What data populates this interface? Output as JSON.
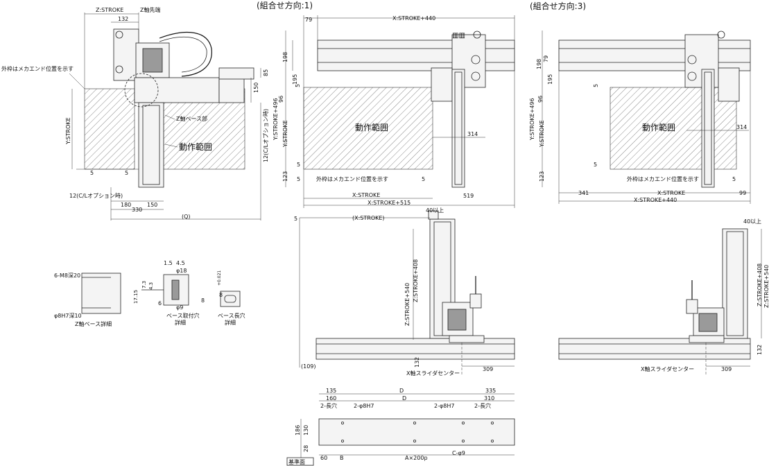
{
  "headings": {
    "view1": "(組合せ方向:1)",
    "view3": "(組合せ方向:3)"
  },
  "left_view": {
    "z_stroke": "Z:STROKE",
    "z_tip": "Z軸先端",
    "dim_132": "132",
    "frame_note": "外枠はメカエンド位置を示す",
    "y_stroke": "Y:STROKE",
    "dim_5a": "5",
    "dim_5b": "5",
    "dim_150": "150",
    "dim_85": "85",
    "co_option": "12(C/Lオプション時)",
    "z_base_part": "Z軸ベース部",
    "motion_range": "動作範囲",
    "dim_180": "180",
    "dim_150b": "150",
    "dim_330": "330",
    "dim_q": "(Q)",
    "co_option2": "12(C/Lオプション時)"
  },
  "view1": {
    "dim_79": "79",
    "x_stroke_440": "X:STROKE+440",
    "dim_198": "198",
    "dim_195": "195",
    "dim_96": "96",
    "dim_5": "5",
    "y_stroke_496": "Y:STROKE+496",
    "y_stroke": "Y:STROKE",
    "motion_range": "動作範囲",
    "dim_314": "314",
    "dim_123": "123",
    "dim_5b": "5",
    "dim_5c": "5",
    "frame_note": "外枠はメカエンド位置を示す",
    "dim_5d": "5",
    "x_stroke": "X:STROKE",
    "x_stroke_515": "X:STROKE+515",
    "dim_519": "519"
  },
  "view3": {
    "dim_79": "79",
    "dim_198": "198",
    "dim_195": "195",
    "dim_96": "96",
    "dim_5": "5",
    "y_stroke_496": "Y:STROKE+496",
    "y_stroke": "Y:STROKE",
    "motion_range": "動作範囲",
    "dim_314": "314",
    "dim_123": "123",
    "dim_5b": "5",
    "frame_note": "外枠はメカエンド位置を示す",
    "dim_5c": "5",
    "dim_341": "341",
    "x_stroke": "X:STROKE",
    "x_stroke_440": "X:STROKE+440",
    "dim_99": "99"
  },
  "front_view1": {
    "dim_5": "5",
    "x_stroke_paren": "(X:STROKE)",
    "dim_40": "40以上",
    "z_stroke_540": "Z:STROKE+540",
    "z_stroke_408": "Z:STROKE+408",
    "dim_132": "132",
    "dim_109": "(109)",
    "dim_309": "309",
    "x_slide_center": "X軸スライダセンター"
  },
  "front_view3": {
    "dim_40": "40以上",
    "z_stroke_408": "Z:STROKE+408",
    "z_stroke_540": "Z:STROKE+540",
    "dim_132": "132",
    "x_slide_center": "X軸スライダセンター",
    "dim_309": "309"
  },
  "details": {
    "m8": "6-M8深20",
    "h7": "φ8H7深10",
    "z_base_detail": "Z軸ベース詳細",
    "dim_15": "1.5",
    "dim_45": "4.5",
    "phi18": "φ18",
    "dim_73": "7.3",
    "dim_43": "4.3",
    "dim_1715": "17.15",
    "dim_6": "6",
    "dim_8": "8",
    "phi9": "φ9",
    "dim_8b": "8",
    "tol": "+0.021",
    "base_hole": "ベース取付穴",
    "detail1": "詳細",
    "base_slot": "ベース長穴",
    "detail2": "詳細"
  },
  "bottom_view": {
    "dim_135": "135",
    "dim_160": "160",
    "d1": "D",
    "d2": "D",
    "dim_335": "335",
    "dim_310": "310",
    "slot_l": "2-長穴",
    "phi8h7_l": "2-φ8H7",
    "phi8h7_r": "2-φ8H7",
    "slot_r": "2-長穴",
    "dim_186": "186",
    "dim_130": "130",
    "dim_28": "28",
    "ref_face": "基準面",
    "dim_60": "60",
    "b": "B",
    "a_pitch": "A×200p",
    "c_phi9": "C-φ9"
  }
}
